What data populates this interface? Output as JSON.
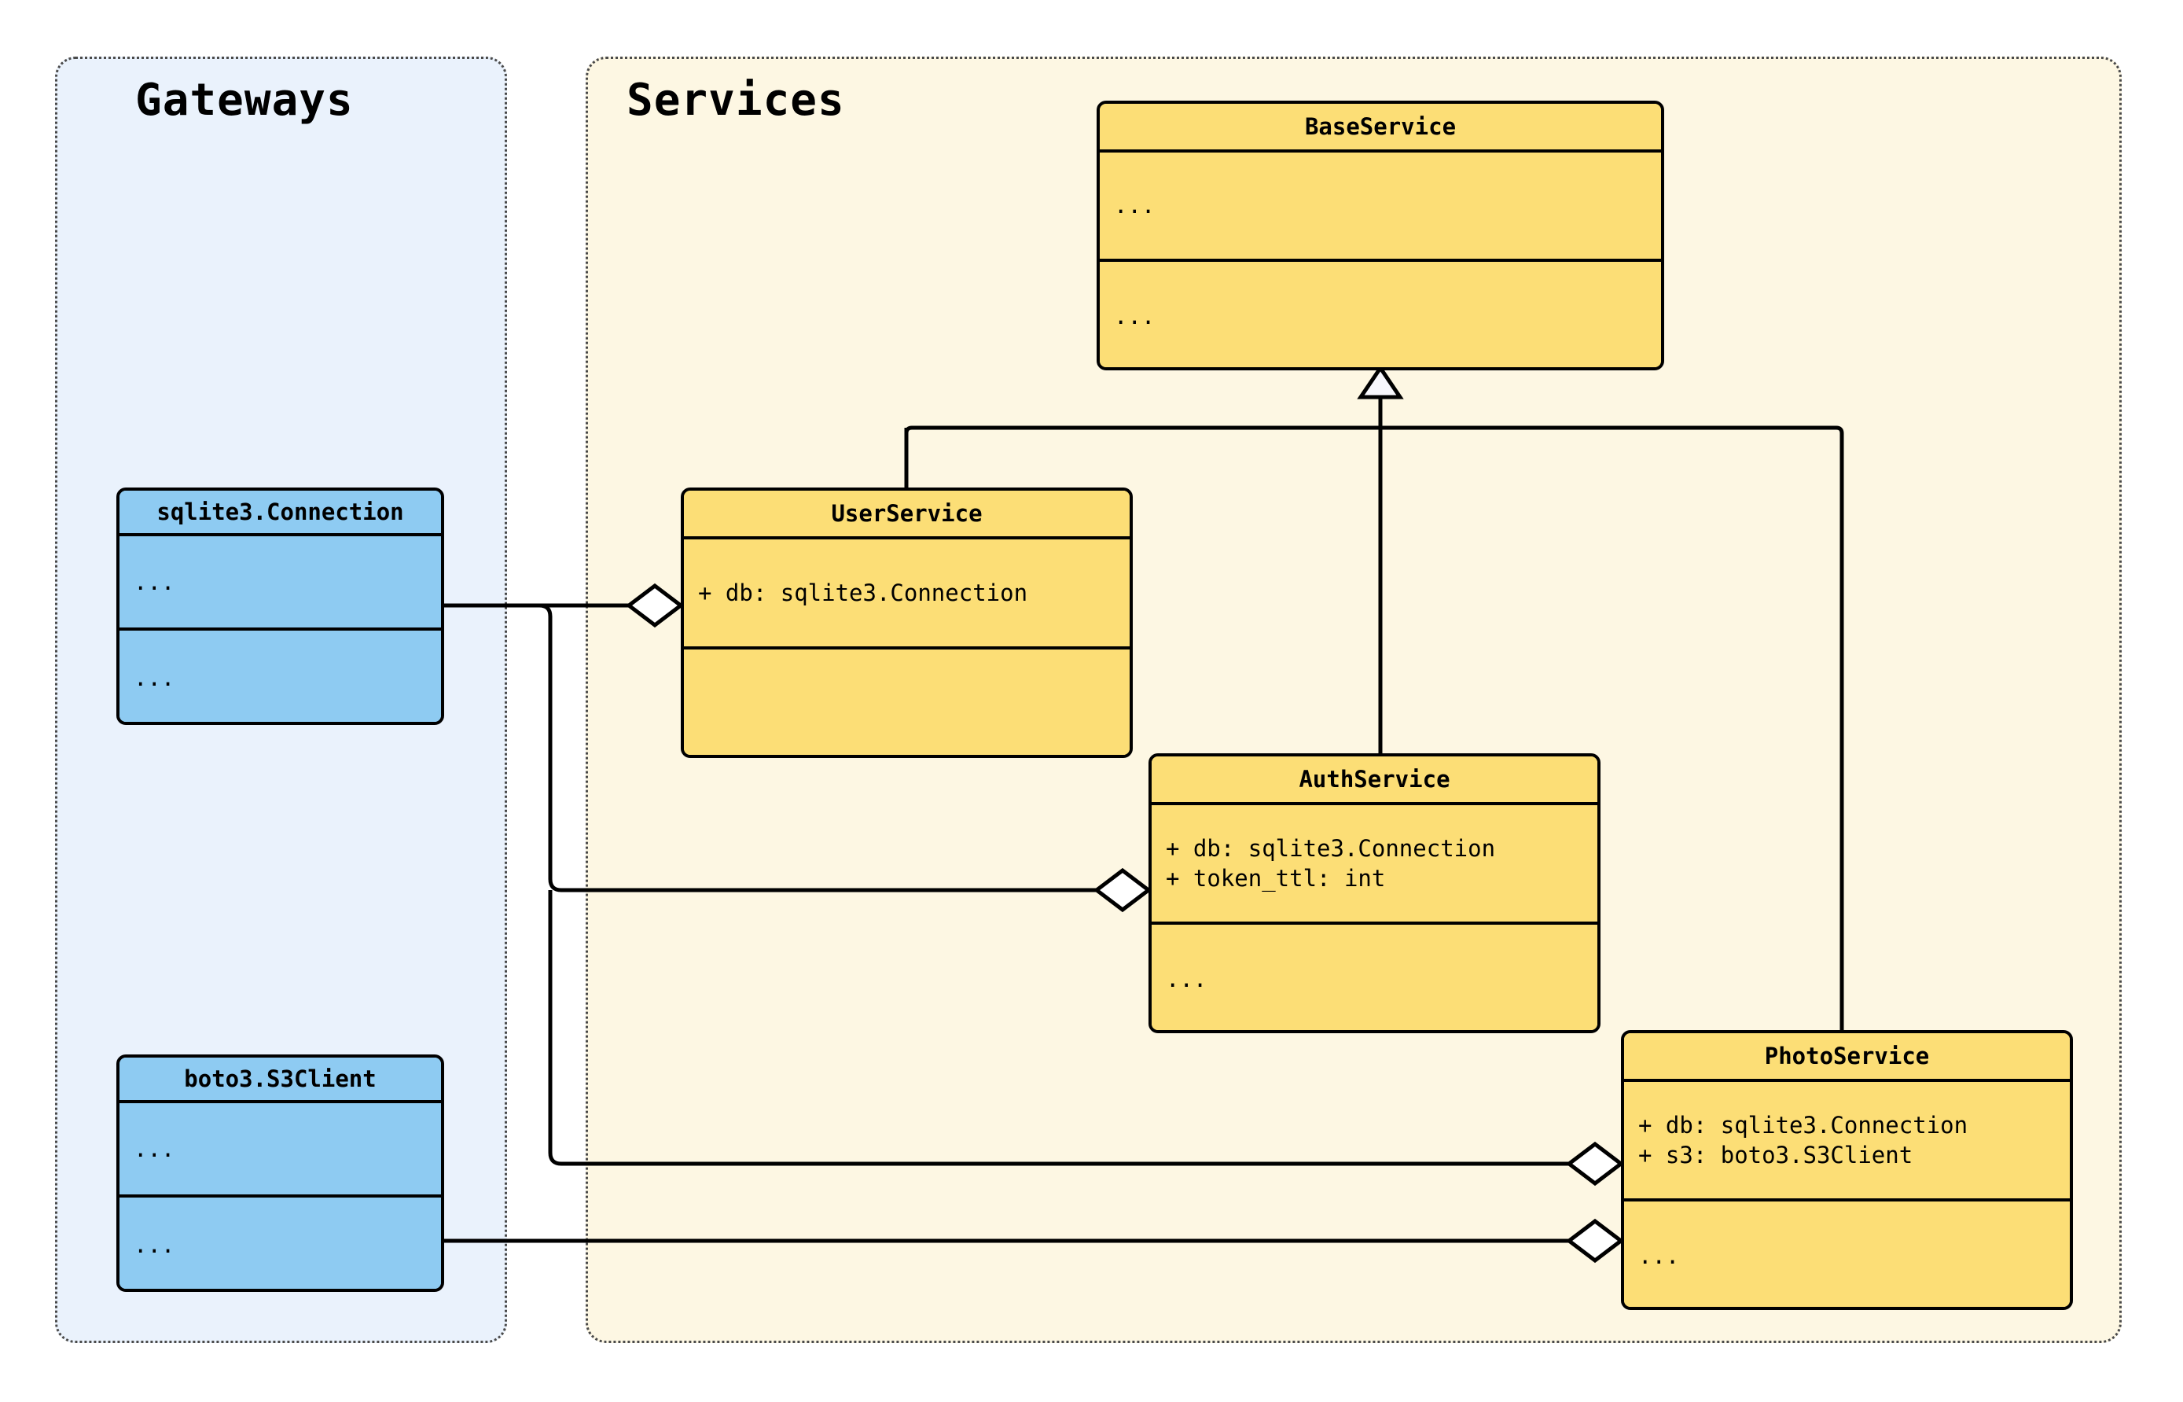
{
  "diagram": {
    "type": "uml-class-diagram",
    "colors": {
      "class_fill_service": "#FCDE76",
      "class_fill_gateway": "#8ECBF2",
      "package_fill_gateways": "#EAF2FC",
      "package_fill_services": "#FDF7E3",
      "stroke": "#000000",
      "package_border": "#4a4a4a",
      "marker_fill": "#FFFFFF",
      "background": "#FFFFFF"
    }
  },
  "packages": [
    {
      "id": "gateways",
      "title": "Gateways"
    },
    {
      "id": "services",
      "title": "Services"
    }
  ],
  "classes": [
    {
      "id": "base-service",
      "name": "BaseService",
      "package": "services",
      "attributes": [
        "..."
      ],
      "methods": [
        "..."
      ]
    },
    {
      "id": "user-service",
      "name": "UserService",
      "package": "services",
      "attributes": [
        "+ db: sqlite3.Connection"
      ],
      "methods": [
        ""
      ]
    },
    {
      "id": "auth-service",
      "name": "AuthService",
      "package": "services",
      "attributes": [
        "+ db: sqlite3.Connection",
        "+ token_ttl: int"
      ],
      "methods": [
        "..."
      ]
    },
    {
      "id": "photo-service",
      "name": "PhotoService",
      "package": "services",
      "attributes": [
        "+ db: sqlite3.Connection",
        "+ s3: boto3.S3Client"
      ],
      "methods": [
        "..."
      ]
    },
    {
      "id": "sqlite-connection",
      "name": "sqlite3.Connection",
      "package": "gateways",
      "attributes": [
        "..."
      ],
      "methods": [
        "..."
      ]
    },
    {
      "id": "boto3-s3client",
      "name": "boto3.S3Client",
      "package": "gateways",
      "attributes": [
        "..."
      ],
      "methods": [
        "..."
      ]
    }
  ],
  "relationships": [
    {
      "id": "rel-inherit-user",
      "from": "user-service",
      "to": "base-service",
      "kind": "generalization",
      "marker": "hollow-triangle"
    },
    {
      "id": "rel-inherit-auth",
      "from": "auth-service",
      "to": "base-service",
      "kind": "generalization",
      "marker": "hollow-triangle"
    },
    {
      "id": "rel-inherit-photo",
      "from": "photo-service",
      "to": "base-service",
      "kind": "generalization",
      "marker": "hollow-triangle"
    },
    {
      "id": "rel-agg-user-db",
      "from": "sqlite-connection",
      "to": "user-service",
      "kind": "aggregation",
      "marker": "hollow-diamond"
    },
    {
      "id": "rel-agg-auth-db",
      "from": "sqlite-connection",
      "to": "auth-service",
      "kind": "aggregation",
      "marker": "hollow-diamond"
    },
    {
      "id": "rel-agg-photo-db",
      "from": "sqlite-connection",
      "to": "photo-service",
      "kind": "aggregation",
      "marker": "hollow-diamond"
    },
    {
      "id": "rel-agg-photo-s3",
      "from": "boto3-s3client",
      "to": "photo-service",
      "kind": "aggregation",
      "marker": "hollow-diamond"
    }
  ]
}
